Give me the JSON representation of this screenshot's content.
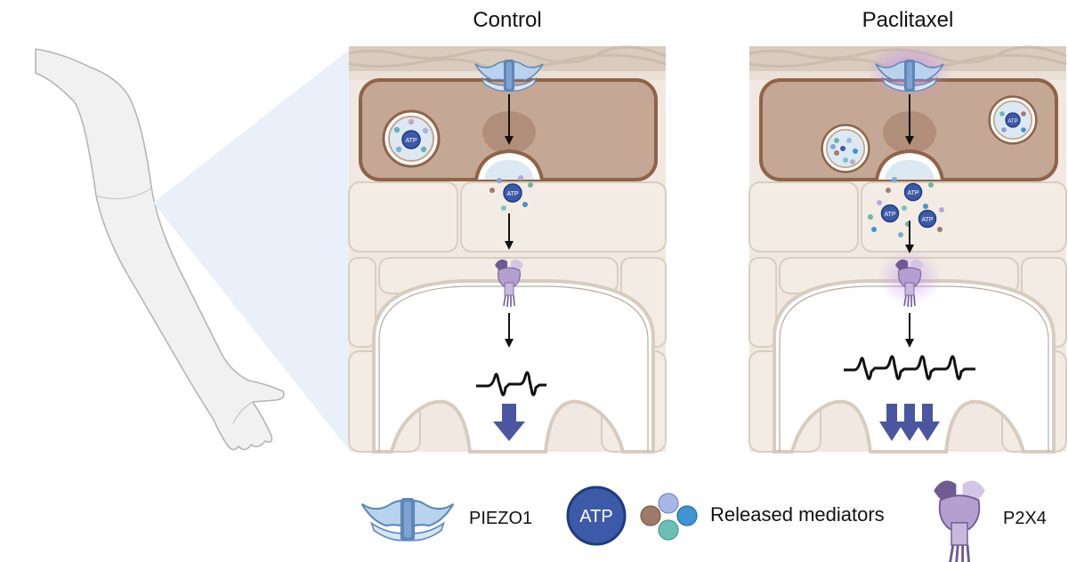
{
  "panels": {
    "control": {
      "title": "Control"
    },
    "paclitaxel": {
      "title": "Paclitaxel"
    }
  },
  "molecules": {
    "atp": "ATP"
  },
  "legend": {
    "piezo1": "PIEZO1",
    "atp": "ATP",
    "mediators": "Released mediators",
    "p2x4": "P2X4"
  },
  "colors": {
    "skin_top": "#d9cbbd",
    "merkel_cell": "#c5a795",
    "merkel_border": "#8e6448",
    "keratinocyte": "#f1e9e1",
    "keratinocyte_border": "#d9cdc0",
    "nerve": "#ffffff",
    "atp": "#3d5aa8",
    "arrow_down": "#4a56a0",
    "piezo1": "#a9c6e6",
    "p2x4": "#b7a2cc",
    "glow": "#c58df0",
    "projection": "#e9eff9"
  }
}
